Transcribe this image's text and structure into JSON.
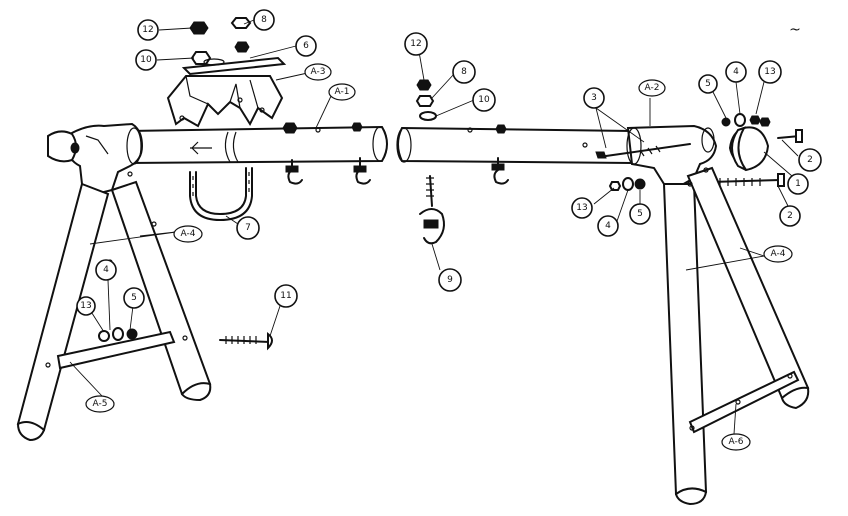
{
  "diagram": {
    "assembly_labels": {
      "a1": "A-1",
      "a2": "A-2",
      "a3": "A-3",
      "a4_left": "A-4",
      "a4_right": "A-4",
      "a5": "A-5",
      "a6": "A-6"
    },
    "part_callouts": {
      "c12_top": "12",
      "c8_top": "8",
      "c10_top": "10",
      "c6": "6",
      "c7": "7",
      "c12_mid": "12",
      "c8_mid": "8",
      "c10_mid": "10",
      "c9": "9",
      "c3": "3",
      "c5_right_top": "5",
      "c4_right_top": "4",
      "c13_right_top": "13",
      "c2_top": "2",
      "c1": "1",
      "c2_bottom": "2",
      "c13_right_bottom": "13",
      "c4_right_bottom": "4",
      "c5_right_bottom": "5",
      "c4_left": "4",
      "c5_left": "5",
      "c13_left": "13",
      "c11": "11"
    },
    "corner_mark": "~"
  }
}
